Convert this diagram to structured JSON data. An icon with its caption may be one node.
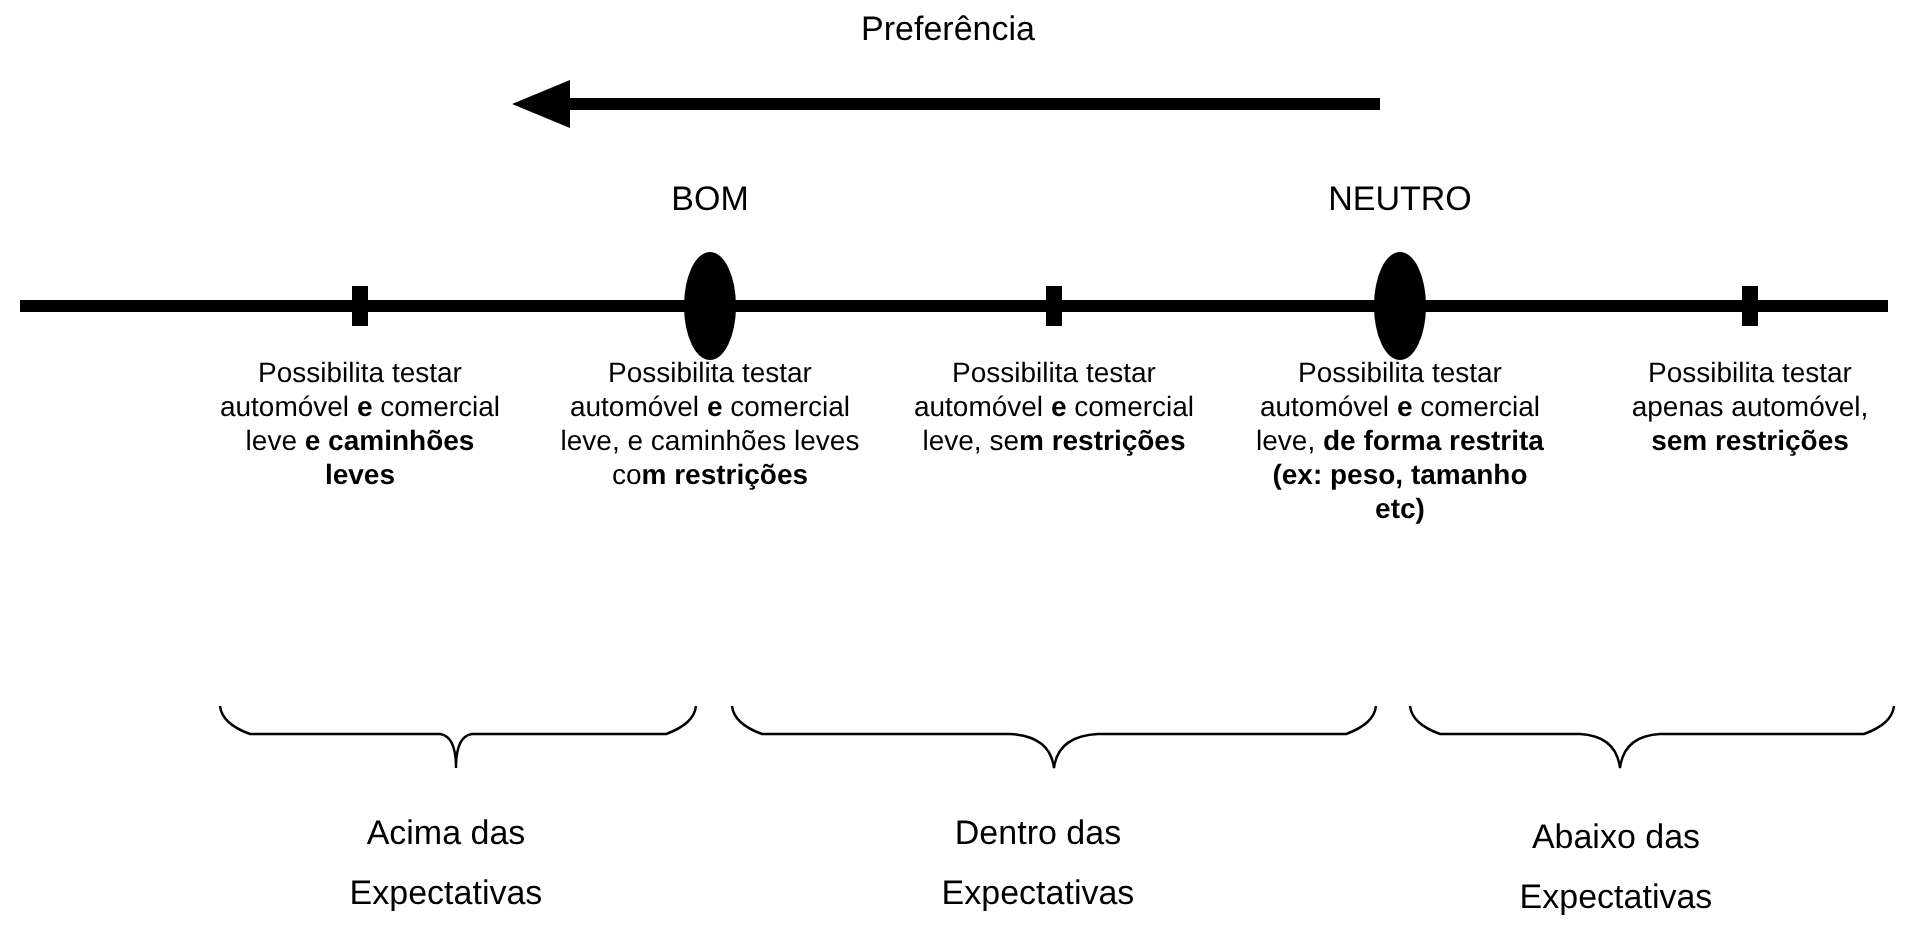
{
  "diagram": {
    "labels": [
      "Preferência",
      "BOM",
      "NEUTRO",
      "Possibilita testar automóvel **e** comercial leve **e caminhões leves**",
      "Possibilita testar automóvel **e** comercial leve, e caminhões leves co**m restrições**",
      "Possibilita testar automóvel **e** comercial leve, se**m restrições**",
      "Possibilita testar automóvel **e** comercial leve, **de forma restrita (ex: peso, tamanho etc)**",
      "Possibilita testar apenas automóvel, **sem restrições**",
      "Acima das Expectativas",
      "Dentro das Expectativas",
      "Abaixo das Expectativas"
    ]
  }
}
